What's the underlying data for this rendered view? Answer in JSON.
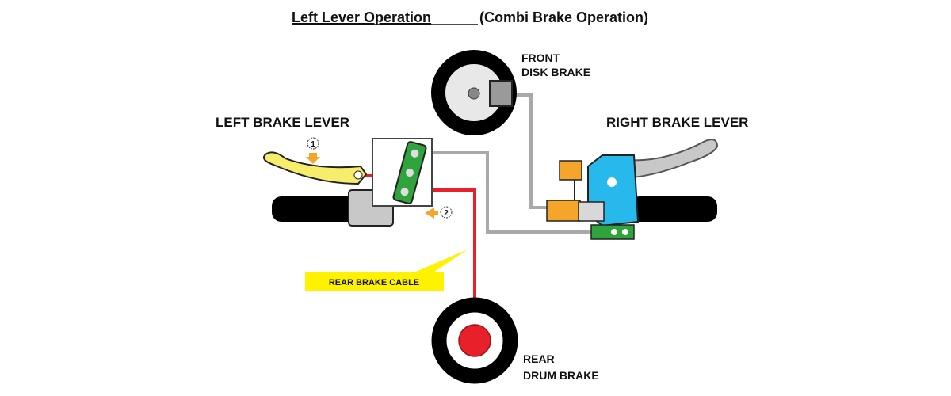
{
  "title": {
    "underlined": "Left Lever Operation",
    "rest": " (Combi Brake Operation)"
  },
  "labels": {
    "front_brake": [
      "FRONT",
      "DISK BRAKE"
    ],
    "left_lever": "LEFT BRAKE LEVER",
    "right_lever": "RIGHT BRAKE LEVER",
    "rear_cable": "REAR BRAKE CABLE",
    "rear_brake": [
      "REAR",
      "DRUM BRAKE"
    ],
    "step1": "1",
    "step2": "2"
  },
  "colors": {
    "red": "#e8202a",
    "gray": "#a9a9a9",
    "yellow": "#f6ee6a",
    "green": "#2fa43c",
    "blue": "#27b9ec",
    "orange": "#f4a52a",
    "label_bg": "#fff200"
  }
}
